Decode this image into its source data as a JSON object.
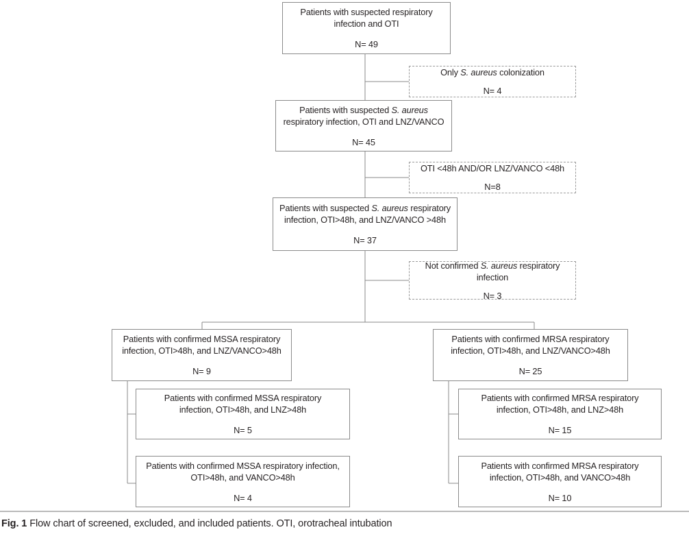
{
  "figure": {
    "label": "Fig. 1",
    "caption": "Flow chart of screened, excluded, and included patients. OTI, orotracheal intubation",
    "line_color": "#8a8a8a",
    "dashed_color": "#9a9a9a",
    "text_color": "#231f20",
    "background": "#ffffff"
  },
  "nodes": {
    "screened": {
      "line1_a": "Patients with suspected respiratory",
      "line2": "infection and OTI",
      "count": "N= 49",
      "style": "solid"
    },
    "excl_colonization": {
      "line1_a": "Only ",
      "line1_i": "S. aureus",
      "line1_b": " colonization",
      "count": "N= 4",
      "style": "dashed"
    },
    "suspected_sa": {
      "line1_a": "Patients with suspected ",
      "line1_i": "S. aureus",
      "line1_b": "",
      "line2": "respiratory infection, OTI and LNZ/VANCO",
      "count": "N= 45",
      "style": "solid"
    },
    "excl_short_therapy": {
      "line1_a": "OTI <48h AND/OR LNZ/VANCO <48h",
      "count": "N=8",
      "style": "dashed"
    },
    "suspected_48h": {
      "line1_a": "Patients with suspected ",
      "line1_i": "S. aureus",
      "line1_b": " respiratory",
      "line2": "infection, OTI>48h, and LNZ/VANCO >48h",
      "count": "N= 37",
      "style": "solid"
    },
    "excl_not_confirmed": {
      "line1_a": "Not confirmed ",
      "line1_i": "S. aureus",
      "line1_b": " respiratory",
      "line2": "infection",
      "count": "N= 3",
      "style": "dashed"
    },
    "mssa": {
      "line1_a": "Patients with confirmed MSSA respiratory",
      "line2": "infection, OTI>48h, and LNZ/VANCO>48h",
      "count": "N= 9",
      "style": "solid"
    },
    "mrsa": {
      "line1_a": "Patients with confirmed MRSA respiratory",
      "line2": "infection, OTI>48h, and LNZ/VANCO>48h",
      "count": "N= 25",
      "style": "solid"
    },
    "mssa_lnz": {
      "line1_a": "Patients with confirmed MSSA respiratory",
      "line2": "infection, OTI>48h, and LNZ>48h",
      "count": "N= 5",
      "style": "solid"
    },
    "mssa_vanco": {
      "line1_a": "Patients with confirmed MSSA respiratory infection,",
      "line2": "OTI>48h, and VANCO>48h",
      "count": "N= 4",
      "style": "solid"
    },
    "mrsa_lnz": {
      "line1_a": "Patients with confirmed MRSA respiratory",
      "line2": "infection, OTI>48h, and LNZ>48h",
      "count": "N= 15",
      "style": "solid"
    },
    "mrsa_vanco": {
      "line1_a": "Patients with confirmed MRSA respiratory",
      "line2": "infection, OTI>48h, and VANCO>48h",
      "count": "N= 10",
      "style": "solid"
    }
  },
  "chart_data": {
    "type": "diagram",
    "title": "Flow chart of screened, excluded, and included patients",
    "flow": [
      {
        "id": "screened",
        "label": "Patients with suspected respiratory infection and OTI",
        "n": 49,
        "kind": "included"
      },
      {
        "id": "excl_colonization",
        "label": "Only S. aureus colonization",
        "n": 4,
        "kind": "excluded"
      },
      {
        "id": "suspected_sa",
        "label": "Patients with suspected S. aureus respiratory infection, OTI and LNZ/VANCO",
        "n": 45,
        "kind": "included"
      },
      {
        "id": "excl_short_therapy",
        "label": "OTI <48h AND/OR LNZ/VANCO <48h",
        "n": 8,
        "kind": "excluded"
      },
      {
        "id": "suspected_48h",
        "label": "Patients with suspected S. aureus respiratory infection, OTI>48h, and LNZ/VANCO >48h",
        "n": 37,
        "kind": "included"
      },
      {
        "id": "excl_not_confirmed",
        "label": "Not confirmed S. aureus respiratory infection",
        "n": 3,
        "kind": "excluded"
      },
      {
        "id": "mssa",
        "label": "Patients with confirmed MSSA respiratory infection, OTI>48h, and LNZ/VANCO>48h",
        "n": 9,
        "kind": "included"
      },
      {
        "id": "mrsa",
        "label": "Patients with confirmed MRSA respiratory infection, OTI>48h, and LNZ/VANCO>48h",
        "n": 25,
        "kind": "included"
      },
      {
        "id": "mssa_lnz",
        "label": "Patients with confirmed MSSA respiratory infection, OTI>48h, and LNZ>48h",
        "n": 5,
        "kind": "included"
      },
      {
        "id": "mssa_vanco",
        "label": "Patients with confirmed MSSA respiratory infection, OTI>48h, and VANCO>48h",
        "n": 4,
        "kind": "included"
      },
      {
        "id": "mrsa_lnz",
        "label": "Patients with confirmed MRSA respiratory infection, OTI>48h, and LNZ>48h",
        "n": 15,
        "kind": "included"
      },
      {
        "id": "mrsa_vanco",
        "label": "Patients with confirmed MRSA respiratory infection, OTI>48h, and VANCO>48h",
        "n": 10,
        "kind": "included"
      }
    ],
    "edges": [
      [
        "screened",
        "excl_colonization"
      ],
      [
        "screened",
        "suspected_sa"
      ],
      [
        "suspected_sa",
        "excl_short_therapy"
      ],
      [
        "suspected_sa",
        "suspected_48h"
      ],
      [
        "suspected_48h",
        "excl_not_confirmed"
      ],
      [
        "suspected_48h",
        "mssa"
      ],
      [
        "suspected_48h",
        "mrsa"
      ],
      [
        "mssa",
        "mssa_lnz"
      ],
      [
        "mssa",
        "mssa_vanco"
      ],
      [
        "mrsa",
        "mrsa_lnz"
      ],
      [
        "mrsa",
        "mrsa_vanco"
      ]
    ]
  }
}
